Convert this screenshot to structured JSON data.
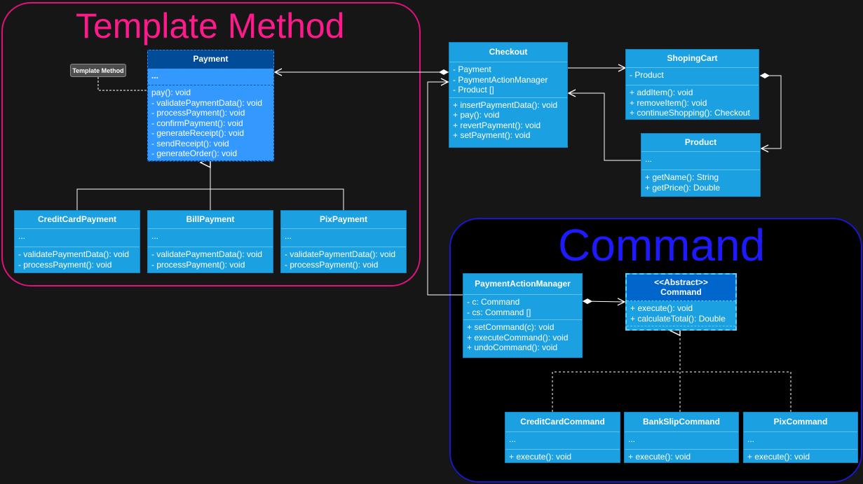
{
  "regions": {
    "template_method": "Template Method",
    "command": "Command"
  },
  "note": "Template Method",
  "classes": {
    "payment": {
      "name": "Payment",
      "attrs": [
        "..."
      ],
      "methods": [
        "pay(): void",
        "- validatePaymentData(): void",
        "- processPayment(): void",
        "- confirmPayment(): void",
        "- generateReceipt(): void",
        "- sendReceipt(): void",
        "- generateOrder(): void"
      ]
    },
    "credit_card_payment": {
      "name": "CreditCardPayment",
      "attrs": [
        "..."
      ],
      "methods": [
        "- validatePaymentData(): void",
        "- processPayment(): void"
      ]
    },
    "bill_payment": {
      "name": "BillPayment",
      "attrs": [
        "..."
      ],
      "methods": [
        "- validatePaymentData(): void",
        "- processPayment(): void"
      ]
    },
    "pix_payment": {
      "name": "PixPayment",
      "attrs": [
        "..."
      ],
      "methods": [
        "- validatePaymentData(): void",
        "- processPayment(): void"
      ]
    },
    "checkout": {
      "name": "Checkout",
      "attrs": [
        "- Payment",
        "- PaymentActionManager",
        "- Product []"
      ],
      "methods": [
        "+ insertPaymentData(): void",
        "+ pay(): void",
        "+ revertPayment(): void",
        "+ setPayment(): void"
      ]
    },
    "shoping_cart": {
      "name": "ShopingCart",
      "attrs": [
        "- Product"
      ],
      "methods": [
        "+ addItem(): void",
        "+ removeItem(): void",
        "+ continueShopping(): Checkout"
      ]
    },
    "product": {
      "name": "Product",
      "attrs": [
        "..."
      ],
      "methods": [
        "+ getName(): String",
        "+ getPrice(): Double"
      ]
    },
    "payment_action_manager": {
      "name": "PaymentActionManager",
      "attrs": [
        "- c: Command",
        "- cs: Command []"
      ],
      "methods": [
        "+ setCommand(c): void",
        "+ executeCommand(): void",
        "+ undoCommand(): void"
      ]
    },
    "command": {
      "stereotype": "<<Abstract>>",
      "name": "Command",
      "methods": [
        "+ execute(): void",
        "+ calculateTotal(): Double"
      ]
    },
    "credit_card_command": {
      "name": "CreditCardCommand",
      "attrs": [
        "..."
      ],
      "methods": [
        "+ execute(): void"
      ]
    },
    "bank_slip_command": {
      "name": "BankSlipCommand",
      "attrs": [
        "..."
      ],
      "methods": [
        "+ execute(): void"
      ]
    },
    "pix_command": {
      "name": "PixCommand",
      "attrs": [
        "..."
      ],
      "methods": [
        "+ execute(): void"
      ]
    }
  },
  "colors": {
    "template_region": "#e0127a",
    "command_region": "#1a18c8",
    "class_fill": "#1ba1e2",
    "edge": "#ffffff"
  }
}
